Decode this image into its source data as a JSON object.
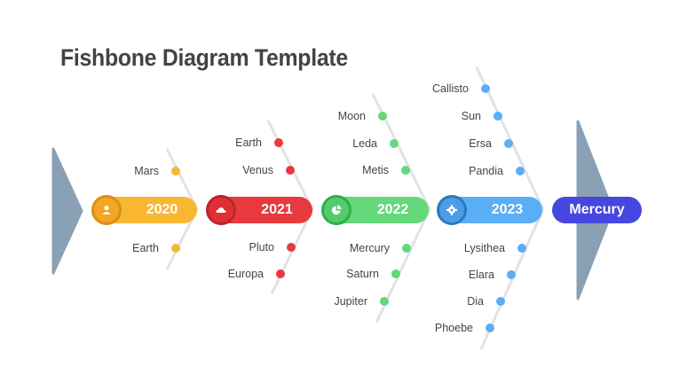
{
  "title": "Fishbone Diagram Template",
  "colors": {
    "tail": "#8aa0b4",
    "spine": "#dedede",
    "y2020": "#f7b731",
    "y2021": "#e8393f",
    "y2022": "#64d87a",
    "y2023": "#5aaef5",
    "head": "#4646e0"
  },
  "head": {
    "label": "Mercury"
  },
  "bones": [
    {
      "year": "2020",
      "icon": "user-icon",
      "top": [
        "Mars"
      ],
      "bottom": [
        "Earth"
      ]
    },
    {
      "year": "2021",
      "icon": "cloud-icon",
      "top": [
        "Earth",
        "Venus"
      ],
      "bottom": [
        "Pluto",
        "Europa"
      ]
    },
    {
      "year": "2022",
      "icon": "pie-chart-icon",
      "top": [
        "Moon",
        "Leda",
        "Metis"
      ],
      "bottom": [
        "Mercury",
        "Saturn",
        "Jupiter"
      ]
    },
    {
      "year": "2023",
      "icon": "gear-icon",
      "top": [
        "Callisto",
        "Sun",
        "Ersa",
        "Pandia"
      ],
      "bottom": [
        "Lysithea",
        "Elara",
        "Dia",
        "Phoebe"
      ]
    }
  ]
}
